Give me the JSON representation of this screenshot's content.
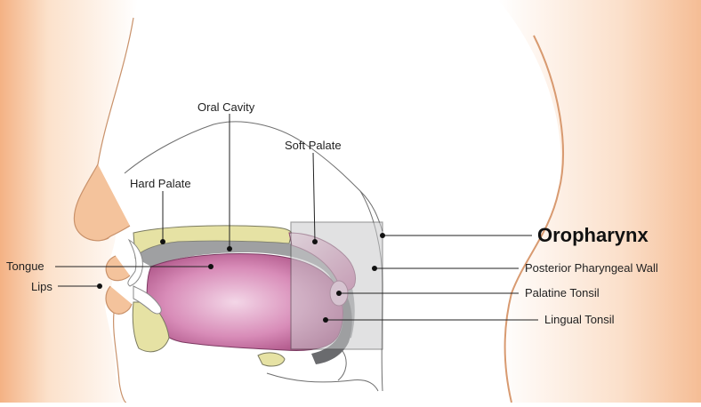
{
  "diagram": {
    "title": "Oropharynx",
    "labels": {
      "oral_cavity": "Oral Cavity",
      "soft_palate": "Soft Palate",
      "hard_palate": "Hard Palate",
      "tongue": "Tongue",
      "lips": "Lips",
      "posterior_pharyngeal_wall": "Posterior Pharyngeal Wall",
      "palatine_tonsil": "Palatine Tonsil",
      "lingual_tonsil": "Lingual Tonsil"
    },
    "colors": {
      "skin": "#f6c9a3",
      "skin_edge": "#e8a072",
      "tongue": "#b75a8f",
      "bone": "#e6e2a4",
      "gray_tissue": "#8e8f92",
      "oropharynx_box": "#c9cacc"
    }
  }
}
